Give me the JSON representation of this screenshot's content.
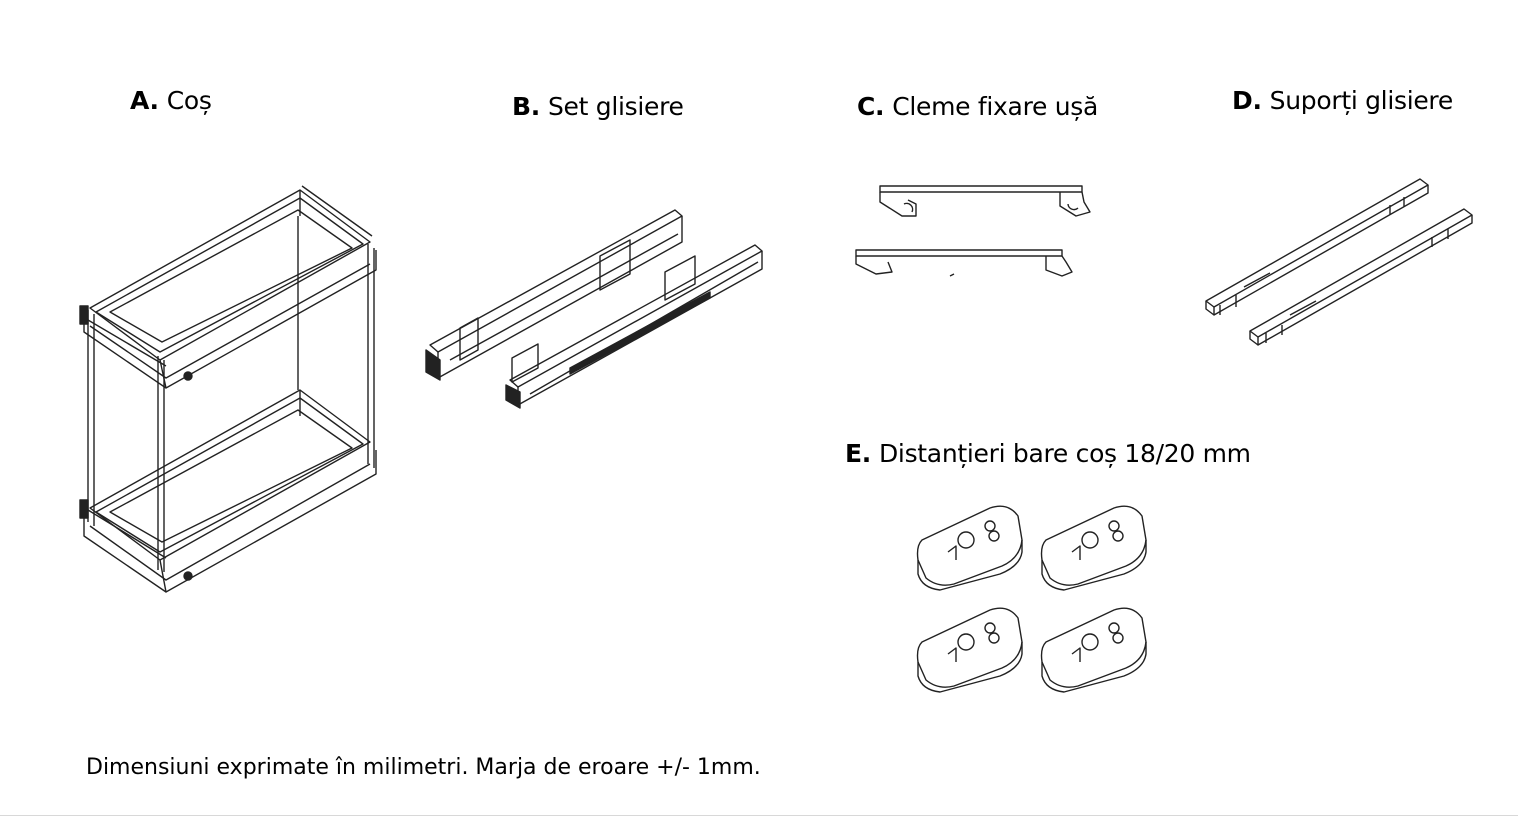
{
  "labels": {
    "a": {
      "letter": "A.",
      "text": "Coș"
    },
    "b": {
      "letter": "B.",
      "text": "Set glisiere"
    },
    "c": {
      "letter": "C.",
      "text": "Cleme fixare ușă"
    },
    "d": {
      "letter": "D.",
      "text": "Suporți glisiere"
    },
    "e": {
      "letter": "E.",
      "text": "Distanțieri bare coș 18/20 mm"
    }
  },
  "footnote": "Dimensiuni exprimate în milimetri. Marja de eroare +/- 1mm.",
  "icons": [
    "basket-drawing",
    "slide-set-drawing",
    "door-clip-drawing",
    "slide-bracket-drawing",
    "spacer-drawing"
  ],
  "colors": {
    "background": "#ffffff",
    "line": "#222222",
    "text": "#000000"
  }
}
